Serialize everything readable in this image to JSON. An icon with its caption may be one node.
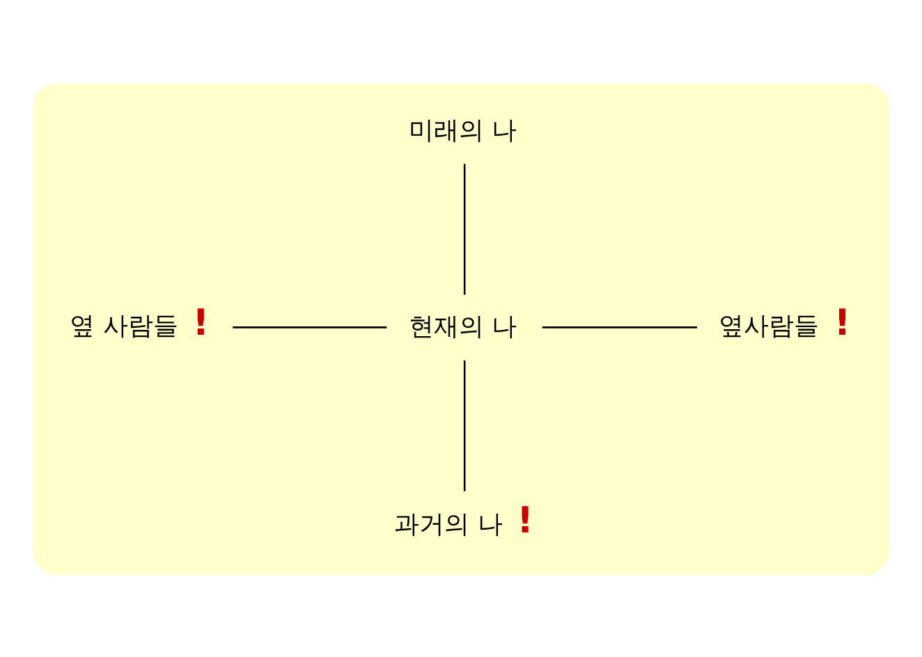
{
  "diagram": {
    "nodes": [
      {
        "text": [],
        "shape": "box"
      },
      {
        "text": [
          "미래의 나"
        ],
        "in": 0
      },
      {
        "text": [
          "옆 사람들"
        ],
        "beside": [
          "!"
        ],
        "in": 0
      },
      {
        "text": [
          "현재의 나"
        ],
        "in": 0
      },
      {
        "text": [
          "옆사람들"
        ],
        "beside": [
          "!"
        ],
        "in": 0
      },
      {
        "text": [
          "과거의 나"
        ],
        "beside": [
          "!"
        ],
        "in": 0
      }
    ],
    "edges": [
      {
        "from": 3,
        "to": 1,
        "arrow": "none"
      },
      {
        "from": 3,
        "to": 2,
        "arrow": "none"
      },
      {
        "from": 3,
        "to": 4,
        "arrow": "none"
      },
      {
        "from": 3,
        "to": 5,
        "arrow": "none"
      }
    ]
  }
}
